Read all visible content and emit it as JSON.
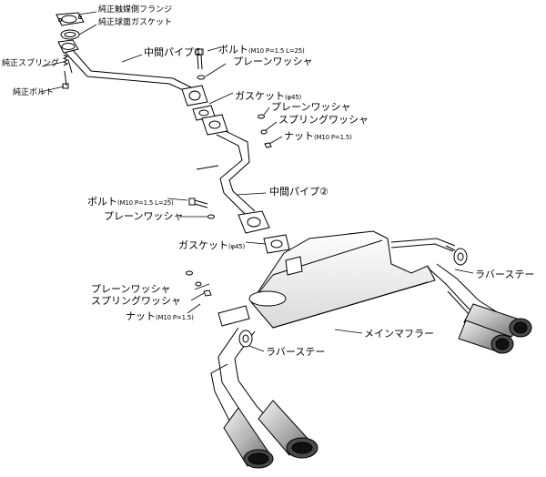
{
  "labels": {
    "cat_flange": "純正触媒側フランジ",
    "ball_gasket": "純正球面ガスケット",
    "spring": "純正スプリング",
    "genuine_bolt": "純正ボルト",
    "mid_pipe_1": "中間パイプ①",
    "bolt_1": "ボルト",
    "bolt_1_spec": "(M10 P=1.5 L=25)",
    "plain_washer_1": "プレーンワッシャ",
    "gasket_1": "ガスケット",
    "gasket_1_spec": "(φ45)",
    "plain_washer_2": "プレーンワッシャ",
    "spring_washer_1": "スプリングワッシャ",
    "nut_1": "ナット",
    "nut_1_spec": "(M10 P=1.5)",
    "bolt_2": "ボルト",
    "bolt_2_spec": "(M10 P=1.5 L=25)",
    "plain_washer_3": "プレーンワッシャ",
    "mid_pipe_2": "中間パイプ②",
    "gasket_2": "ガスケット",
    "gasket_2_spec": "(φ45)",
    "rubber_stay_right": "ラバーステー",
    "plain_washer_4": "プレーンワッシャ",
    "spring_washer_2": "スプリングワッシャ",
    "nut_2": "ナット",
    "nut_2_spec": "(M10 P=1.5)",
    "main_muffler": "メインマフラー",
    "rubber_stay_left": "ラバーステー"
  }
}
